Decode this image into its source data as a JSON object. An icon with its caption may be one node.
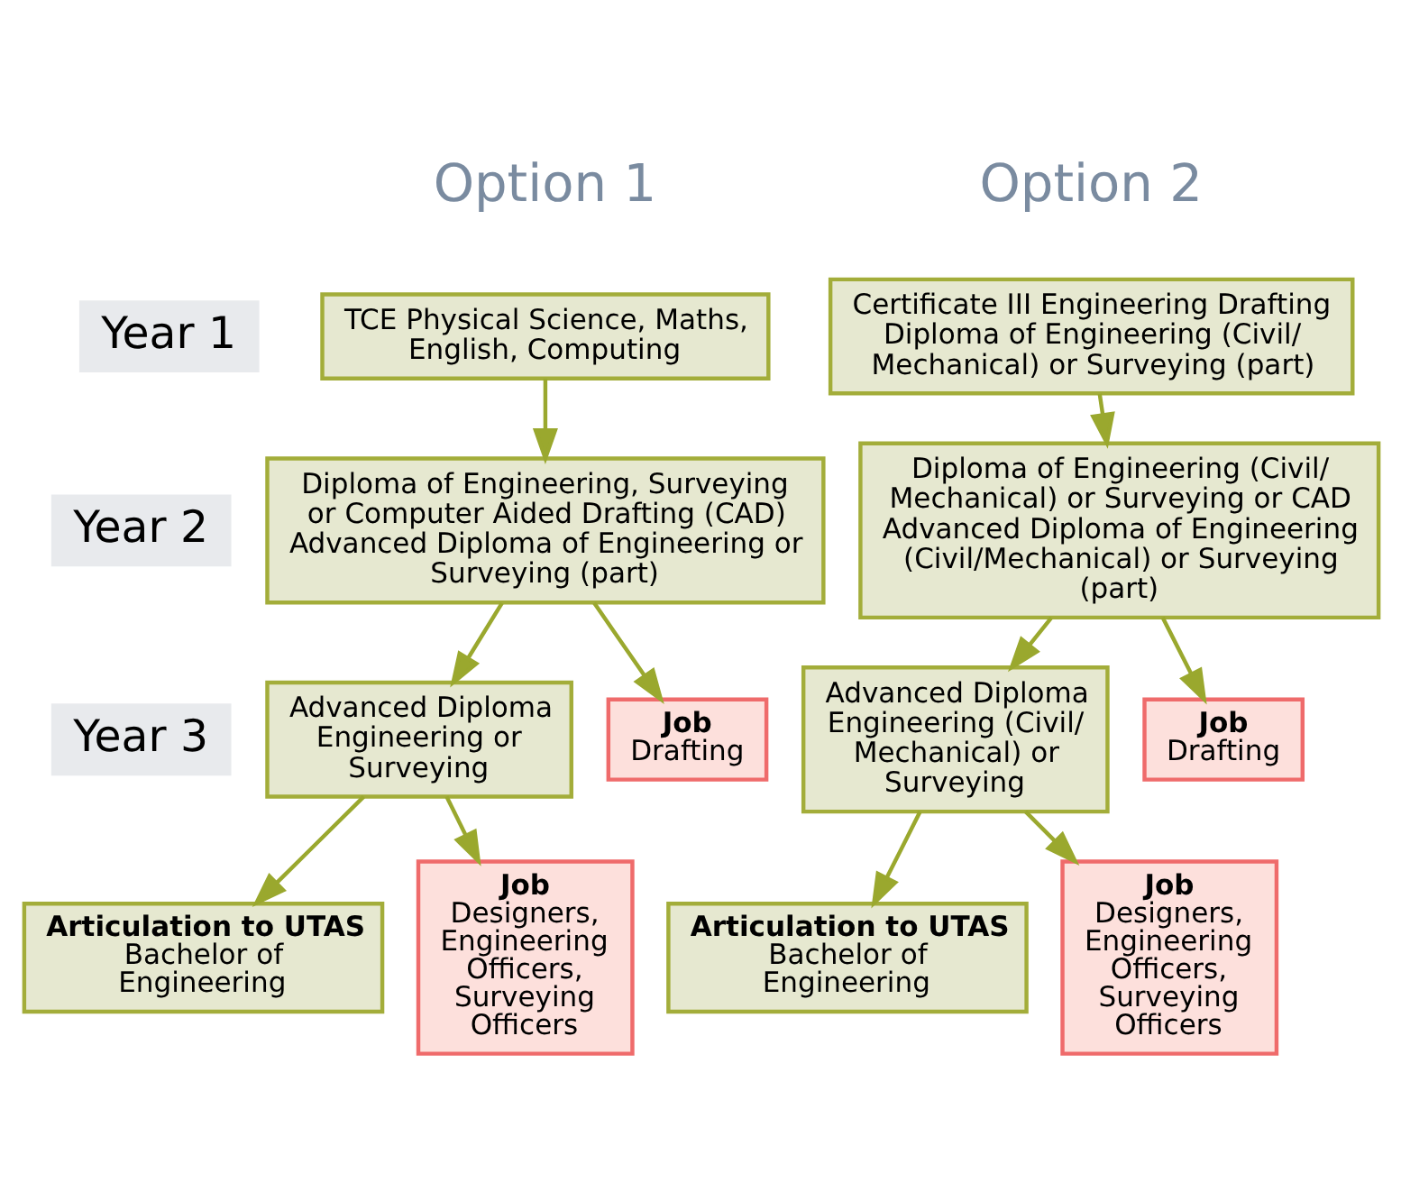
{
  "diagram": {
    "nodes": [
      {
        "text": [
          "TCE Physical Science, Maths, English, Computing"
        ]
      },
      {
        "text": [
          "Certificate III Engineering Drafting",
          "Diploma of Engineering (Civil/ Mechanical) or Surveying (part)"
        ]
      },
      {
        "text": [
          "Diploma of Engineering, Surveying or Computer Aided Drafting (CAD)",
          "Advanced Diploma of Engineering or Surveying (part)"
        ]
      },
      {
        "text": [
          "Diploma of Engineering (Civil/ Mechanical) or Surveying or CAD",
          "Advanced Diploma of Engineering (Civil/Mechanical) or Surveying (part)"
        ]
      },
      {
        "text": [
          "Advanced Diploma Engineering or Surveying"
        ]
      },
      {
        "text": [
          "Job",
          "Drafting"
        ]
      },
      {
        "text": [
          "Advanced Diploma Engineering (Civil/ Mechanical) or Surveying"
        ]
      },
      {
        "text": [
          "Job",
          "Drafting"
        ]
      },
      {
        "text": [
          "Articulation to UTAS",
          "Bachelor of Engineering"
        ]
      },
      {
        "text": [
          "Job",
          "Designers, Engineering Officers, Surveying Officers"
        ]
      },
      {
        "text": [
          "Articulation to UTAS",
          "Bachelor of Engineering"
        ]
      },
      {
        "text": [
          "Job",
          "Designers, Engineering Officers, Surveying Officers"
        ]
      }
    ],
    "edges": [
      {
        "from": 0,
        "to": 2,
        "arrow": "to"
      },
      {
        "from": 1,
        "to": 3,
        "arrow": "to"
      },
      {
        "from": 2,
        "to": 4,
        "arrow": "to"
      },
      {
        "from": 2,
        "to": 5,
        "arrow": "to"
      },
      {
        "from": 3,
        "to": 6,
        "arrow": "to"
      },
      {
        "from": 3,
        "to": 7,
        "arrow": "to"
      },
      {
        "from": 4,
        "to": 8,
        "arrow": "to"
      },
      {
        "from": 4,
        "to": 9,
        "arrow": "to"
      },
      {
        "from": 6,
        "to": 10,
        "arrow": "to"
      },
      {
        "from": 6,
        "to": 11,
        "arrow": "to"
      }
    ],
    "labels": [
      "Option 1",
      "Option 2",
      "Year 1",
      "Year 2",
      "Year 3"
    ]
  }
}
